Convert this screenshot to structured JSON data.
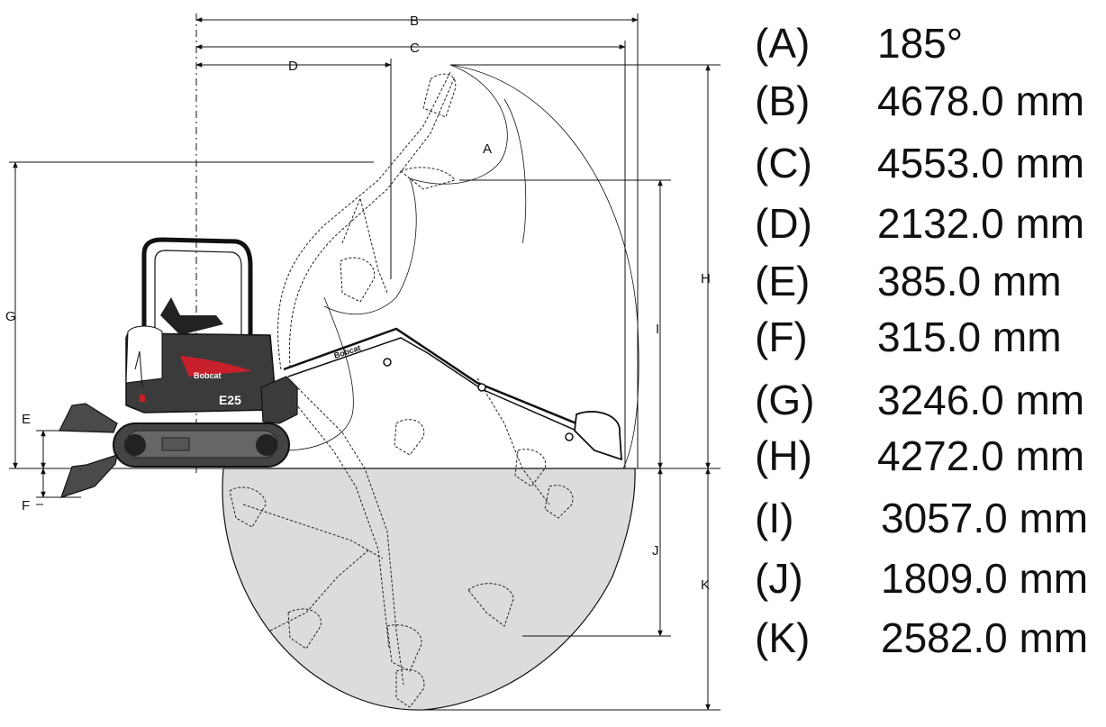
{
  "diagram": {
    "dimension_labels": [
      "A",
      "B",
      "C",
      "D",
      "E",
      "F",
      "G",
      "H",
      "I",
      "J",
      "K"
    ],
    "machine": {
      "brand": "Bobcat",
      "model": "E25"
    }
  },
  "specs": [
    {
      "key": "(A)",
      "value": "185°"
    },
    {
      "key": "(B)",
      "value": "4678.0 mm"
    },
    {
      "key": "(C)",
      "value": "4553.0 mm"
    },
    {
      "key": "(D)",
      "value": "2132.0 mm"
    },
    {
      "key": "(E)",
      "value": "385.0 mm"
    },
    {
      "key": "(F)",
      "value": "315.0 mm"
    },
    {
      "key": "(G)",
      "value": "3246.0 mm"
    },
    {
      "key": "(H)",
      "value": "4272.0 mm"
    },
    {
      "key": "(I)",
      "value": "3057.0 mm"
    },
    {
      "key": "(J)",
      "value": "1809.0 mm"
    },
    {
      "key": "(K)",
      "value": "2582.0 mm"
    }
  ]
}
